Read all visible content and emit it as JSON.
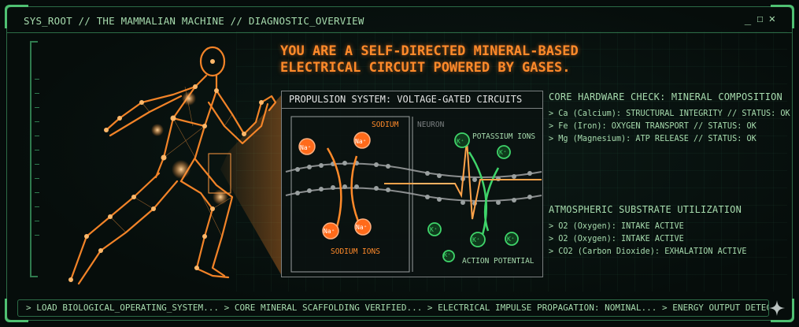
{
  "window": {
    "breadcrumb": "SYS_ROOT // THE MAMMALIAN MACHINE // DIAGNOSTIC_OVERVIEW",
    "controls": {
      "minimize": "_",
      "maximize": "☐",
      "close": "✕"
    }
  },
  "headline": {
    "line1": "YOU ARE A SELF-DIRECTED MINERAL-BASED",
    "line2": "ELECTRICAL CIRCUIT POWERED BY GASES."
  },
  "propulsion": {
    "title": "PROPULSION SYSTEM: VOLTAGE-GATED CIRCUITS",
    "sodium_label": "SODIUM",
    "neuron_label": "NEURON",
    "potassium_label": "POTASSIUM IONS",
    "sodium_ions_label": "SODIUM IONS",
    "action_potential_label": "ACTION POTENTIAL",
    "na_symbol": "Na⁺",
    "k_symbol": "K⁺"
  },
  "hardware": {
    "title": "CORE HARDWARE CHECK: MINERAL COMPOSITION",
    "items": [
      "> Ca (Calcium): STRUCTURAL INTEGRITY // STATUS: OK",
      "> Fe (Iron): OXYGEN TRANSPORT // STATUS: OK",
      "> Mg (Magnesium): ATP RELEASE // STATUS: OK"
    ]
  },
  "atmosphere": {
    "title": "ATMOSPHERIC SUBSTRATE UTILIZATION",
    "items": [
      "> O2 (Oxygen): INTAKE ACTIVE",
      "> O2 (Oxygen): INTAKE ACTIVE",
      "> CO2 (Carbon Dioxide): EXHALATION ACTIVE"
    ]
  },
  "status_bar": {
    "text": "> LOAD BIOLOGICAL_OPERATING_SYSTEM... > CORE MINERAL SCAFFOLDING VERIFIED... > ELECTRICAL IMPULSE PROPAGATION: NOMINAL... > ENERGY OUTPUT DETECTED..."
  },
  "colors": {
    "accent_orange": "#ff8a2a",
    "terminal_green": "#a7dcae",
    "frame_green": "#4fc072",
    "ion_green": "#3fd46a"
  },
  "icons": [
    "sparkle-icon",
    "runner-figure",
    "ion-channel-diagram"
  ]
}
